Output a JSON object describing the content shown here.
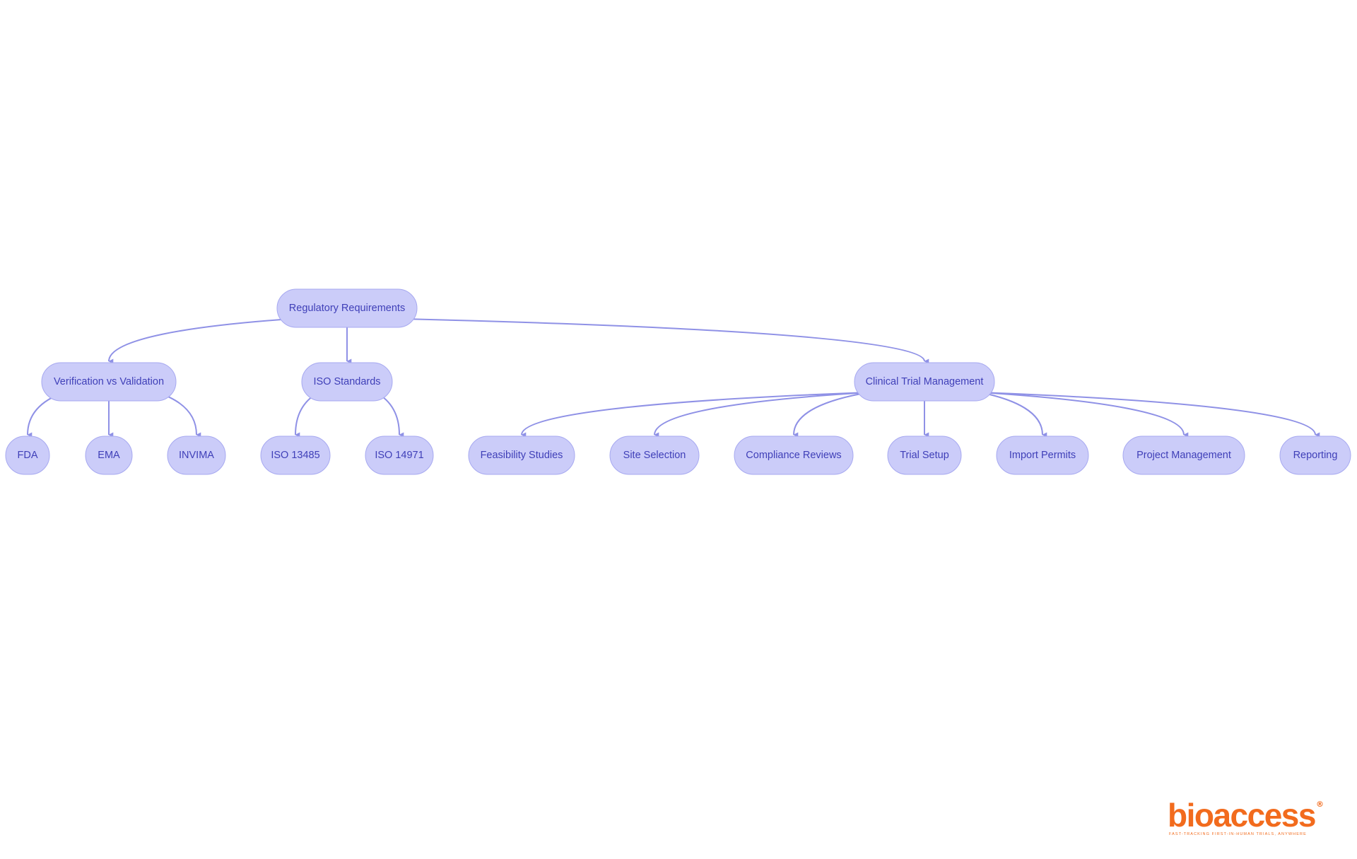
{
  "colors": {
    "node_fill": "#cbccf9",
    "node_stroke": "#a7a9f0",
    "node_text": "#3f3fb8",
    "edge": "#8f91e6",
    "logo": "#f26b1d",
    "background": "#ffffff"
  },
  "diagram": {
    "type": "flowchart",
    "direction": "top-down",
    "nodes": [
      {
        "id": "reg",
        "label": "Regulatory Requirements"
      },
      {
        "id": "vv",
        "label": "Verification vs Validation"
      },
      {
        "id": "iso",
        "label": "ISO Standards"
      },
      {
        "id": "ctm",
        "label": "Clinical Trial Management"
      },
      {
        "id": "fda",
        "label": "FDA"
      },
      {
        "id": "ema",
        "label": "EMA"
      },
      {
        "id": "invima",
        "label": "INVIMA"
      },
      {
        "id": "iso13485",
        "label": "ISO 13485"
      },
      {
        "id": "iso14971",
        "label": "ISO 14971"
      },
      {
        "id": "feas",
        "label": "Feasibility Studies"
      },
      {
        "id": "site",
        "label": "Site Selection"
      },
      {
        "id": "comp",
        "label": "Compliance Reviews"
      },
      {
        "id": "setup",
        "label": "Trial Setup"
      },
      {
        "id": "import",
        "label": "Import Permits"
      },
      {
        "id": "pm",
        "label": "Project Management"
      },
      {
        "id": "report",
        "label": "Reporting"
      }
    ],
    "edges": [
      {
        "from": "reg",
        "to": "vv"
      },
      {
        "from": "reg",
        "to": "iso"
      },
      {
        "from": "reg",
        "to": "ctm"
      },
      {
        "from": "vv",
        "to": "fda"
      },
      {
        "from": "vv",
        "to": "ema"
      },
      {
        "from": "vv",
        "to": "invima"
      },
      {
        "from": "iso",
        "to": "iso13485"
      },
      {
        "from": "iso",
        "to": "iso14971"
      },
      {
        "from": "ctm",
        "to": "feas"
      },
      {
        "from": "ctm",
        "to": "site"
      },
      {
        "from": "ctm",
        "to": "comp"
      },
      {
        "from": "ctm",
        "to": "setup"
      },
      {
        "from": "ctm",
        "to": "import"
      },
      {
        "from": "ctm",
        "to": "pm"
      },
      {
        "from": "ctm",
        "to": "report"
      }
    ]
  },
  "logo": {
    "wordmark": "bioaccess",
    "registered": "®",
    "tagline": "FAST-TRACKING FIRST-IN-HUMAN TRIALS, ANYWHERE"
  }
}
